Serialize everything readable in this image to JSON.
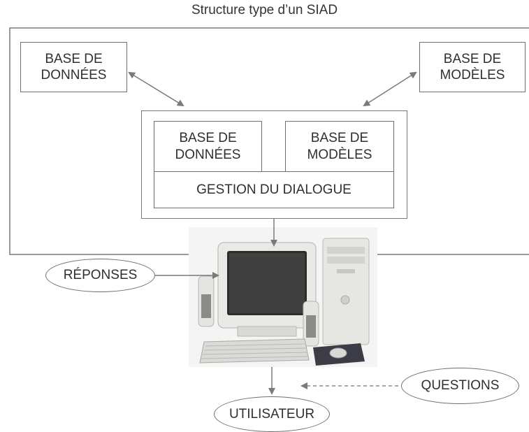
{
  "title": "Structure type d’un SIAD",
  "outer": {
    "base_donnees": "BASE DE\nDONNÉES",
    "base_modeles": "BASE DE\nMODÈLES"
  },
  "inner": {
    "base_donnees": "BASE DE\nDONNÉES",
    "base_modeles": "BASE DE\nMODÈLES",
    "gestion_dialogue": "GESTION DU DIALOGUE"
  },
  "io": {
    "reponses": "RÉPONSES",
    "questions": "QUESTIONS",
    "utilisateur": "UTILISATEUR"
  },
  "colors": {
    "line": "#7a7a7a",
    "box_border": "#6f6f6f",
    "text": "#2f2f2f"
  },
  "icons": {
    "computer": "desktop-computer-icon"
  }
}
